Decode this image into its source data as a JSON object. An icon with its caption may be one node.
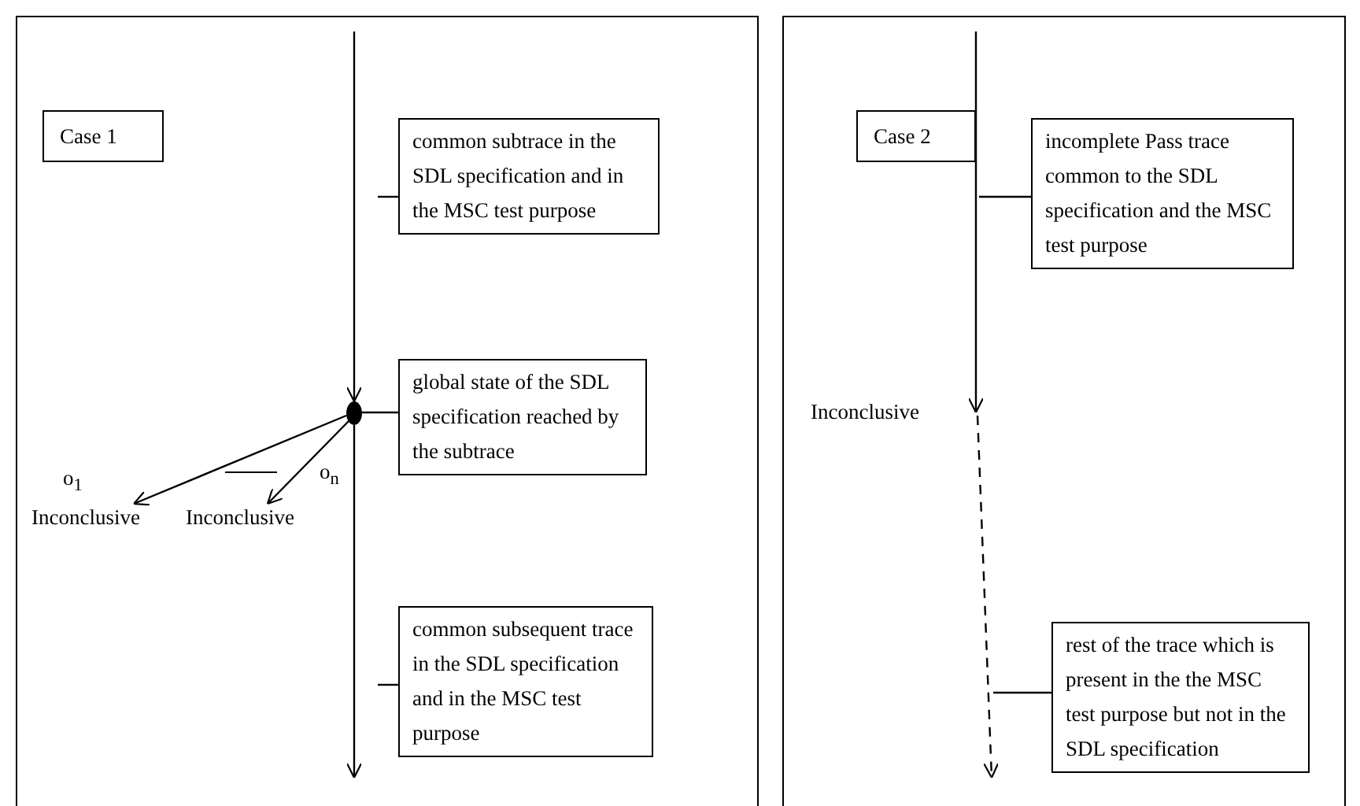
{
  "diagram": {
    "nodes": [
      {
        "text": [],
        "shape": "box"
      },
      {
        "text": [
          "Case 1"
        ],
        "in": 0
      },
      {
        "text": [
          "common subtrace in the SDL specification and in the MSC test purpose"
        ],
        "in": 0
      },
      {
        "text": [],
        "shape": "circle",
        "in": 0
      },
      {
        "text": [
          "global state of the SDL specification reached by the subtrace"
        ],
        "in": 0
      },
      {
        "text": [
          "Inconclusive"
        ],
        "in": 0
      },
      {
        "text": [
          "Inconclusive"
        ],
        "in": 0
      },
      {
        "text": [
          "common subsequent trace in the SDL specification and in the MSC test purpose"
        ],
        "in": 0
      },
      {
        "text": [],
        "shape": "box"
      },
      {
        "text": [
          "Case 2"
        ],
        "in": 8
      },
      {
        "text": [
          "incomplete Pass trace common to the SDL specification and the MSC test purpose"
        ],
        "in": 8
      },
      {
        "text": [
          "Inconclusive"
        ],
        "in": 8
      },
      {
        "text": [
          "rest of the trace which is present in the the MSC test purpose but not in the SDL specification"
        ],
        "in": 8
      }
    ],
    "edges": [
      {
        "from": null,
        "to": 3,
        "arrow": "to"
      },
      {
        "from": 3,
        "to": null,
        "arrow": "to"
      },
      {
        "from": 3,
        "to": 5,
        "arrow": "to"
      },
      {
        "from": 3,
        "to": 6,
        "arrow": "to"
      },
      {
        "from": 2,
        "to": null,
        "arrow": "none"
      },
      {
        "from": 4,
        "to": 3,
        "arrow": "none"
      },
      {
        "from": 7,
        "to": null,
        "arrow": "none"
      },
      {
        "from": null,
        "to": 11,
        "arrow": "to"
      },
      {
        "from": 11,
        "to": null,
        "arrow": "to",
        "style": "dashed"
      },
      {
        "from": 10,
        "to": null,
        "arrow": "none"
      },
      {
        "from": 12,
        "to": null,
        "arrow": "none"
      }
    ],
    "labels": [
      "o$_{1}$",
      "o$_{n}$"
    ]
  }
}
